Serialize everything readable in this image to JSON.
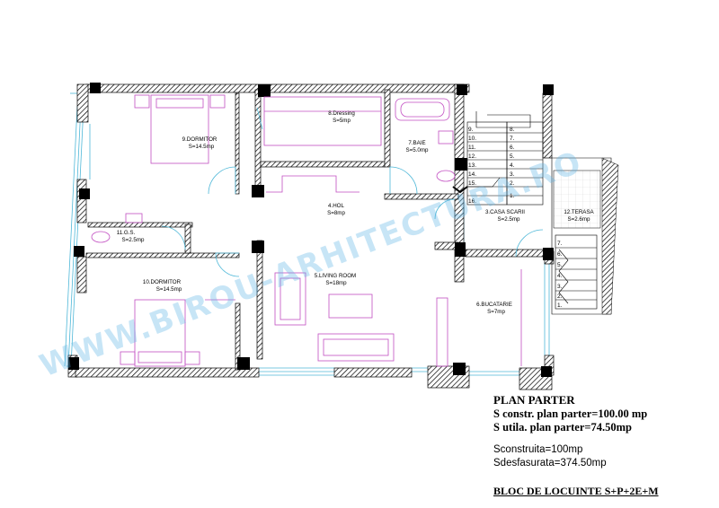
{
  "rooms": {
    "dormitor9": {
      "name": "9.DORMITOR",
      "area": "S=14.5mp"
    },
    "dressing": {
      "name": "8.Dressing",
      "area": "S=5mp"
    },
    "baie": {
      "name": "7.BAIE",
      "area": "S=5.0mp"
    },
    "hol": {
      "name": "4.HOL",
      "area": "S=8mp"
    },
    "casa_scara": {
      "name": "3.CASA SCARII",
      "area": "S=2.5mp"
    },
    "terasa": {
      "name": "12.TERASA",
      "area": "S=2.6mp"
    },
    "gs": {
      "name": "11.G.S.",
      "area": "S=2.5mp"
    },
    "dormitor10": {
      "name": "10.DORMITOR",
      "area": "S=14.5mp"
    },
    "living": {
      "name": "5.LIVING ROOM",
      "area": "S=18mp"
    },
    "bucatarie": {
      "name": "6.BUCATARIE",
      "area": "S=7mp"
    }
  },
  "stairs": {
    "left": [
      "9.",
      "10.",
      "11.",
      "12.",
      "13.",
      "14.",
      "15.",
      "16."
    ],
    "right": [
      "8.",
      "7.",
      "6.",
      "5.",
      "4.",
      "3.",
      "2.",
      "1."
    ],
    "lower": [
      "7.",
      "6.",
      "5.",
      "4.",
      "3.",
      "2.",
      "1."
    ]
  },
  "watermark": "WWW.BIROU-ARHITECTURA.RO",
  "info": {
    "title": "PLAN PARTER",
    "s_constr": "S constr. plan parter=100.00 mp",
    "s_utila": "S utila. plan parter=74.50mp",
    "sconstruita": "Sconstruita=100mp",
    "sdesfasurata": "Sdesfasurata=374.50mp",
    "bloc": "BLOC DE LOCUINTE S+P+2E+M"
  },
  "colors": {
    "wall": "#000000",
    "furniture": "#c24fc2",
    "window": "#4fb8d8",
    "watermark": "#5fb4e4"
  }
}
